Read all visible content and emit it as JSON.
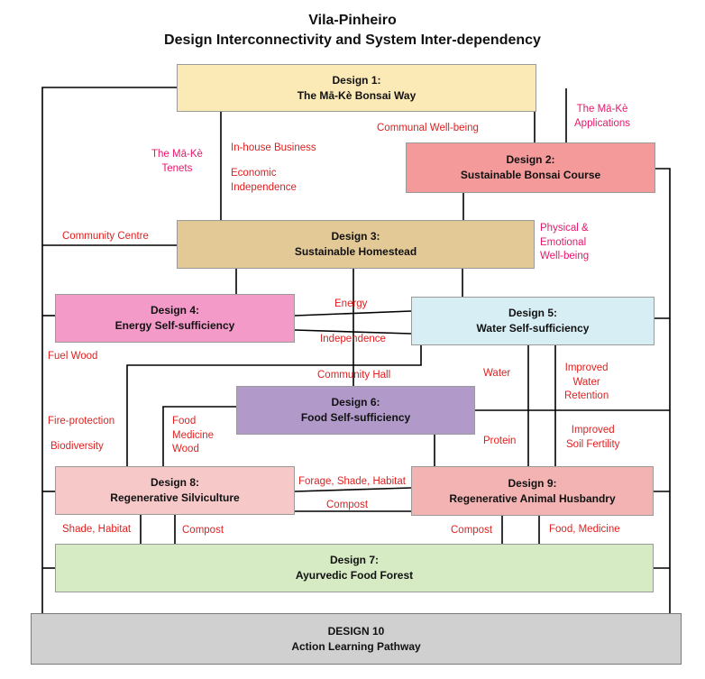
{
  "header": {
    "title": "Vila-Pinheiro",
    "subtitle": "Design Interconnectivity and System Inter-dependency"
  },
  "colors": {
    "design1": "#fbe9b6",
    "design2": "#f59a9a",
    "design3": "#e3c996",
    "design4": "#f49ac9",
    "design5": "#d6eef4",
    "design6": "#b199c9",
    "design7": "#d6ebc4",
    "design8": "#f6c8c8",
    "design9": "#f3b3b3",
    "design10": "#d0d0d0",
    "label_red": "#e02020",
    "label_pink": "#e8166c"
  },
  "designs": {
    "d1": {
      "label": "Design 1:",
      "name": "The Mā-Kè Bonsai Way"
    },
    "d2": {
      "label": "Design 2:",
      "name": "Sustainable Bonsai Course"
    },
    "d3": {
      "label": "Design 3:",
      "name": "Sustainable Homestead"
    },
    "d4": {
      "label": "Design 4:",
      "name": "Energy Self-sufficiency"
    },
    "d5": {
      "label": "Design 5:",
      "name": "Water Self-sufficiency"
    },
    "d6": {
      "label": "Design 6:",
      "name": "Food Self-sufficiency"
    },
    "d7": {
      "label": "Design 7:",
      "name": "Ayurvedic Food Forest"
    },
    "d8": {
      "label": "Design 8:",
      "name": "Regenerative Silviculture"
    },
    "d9": {
      "label": "Design 9:",
      "name": "Regenerative Animal Husbandry"
    },
    "d10": {
      "label": "DESIGN 10",
      "name": "Action Learning Pathway"
    }
  },
  "links": {
    "make_tenets": "The Mā-Kè\nTenets",
    "inhouse_business": "In-house Business",
    "economic_independence": "Economic\nIndependence",
    "communal_wellbeing": "Communal Well-being",
    "make_applications": "The Mā-Kè\nApplications",
    "community_centre": "Community Centre",
    "physical_emotional": "Physical &\nEmotional\nWell-being",
    "energy": "Energy",
    "independence": "Independence",
    "fuel_wood": "Fuel Wood",
    "community_hall": "Community Hall",
    "water": "Water",
    "improved_water_retention": "Improved\nWater\nRetention",
    "fire_protection": "Fire-protection",
    "food_medicine_wood": "Food\nMedicine\nWood",
    "biodiversity": "Biodiversity",
    "protein": "Protein",
    "improved_soil_fertility": "Improved\nSoil Fertility",
    "forage_shade_habitat": "Forage, Shade, Habitat",
    "compost_middle": "Compost",
    "shade_habitat": "Shade, Habitat",
    "compost_left": "Compost",
    "compost_right": "Compost",
    "food_medicine": "Food, Medicine"
  }
}
